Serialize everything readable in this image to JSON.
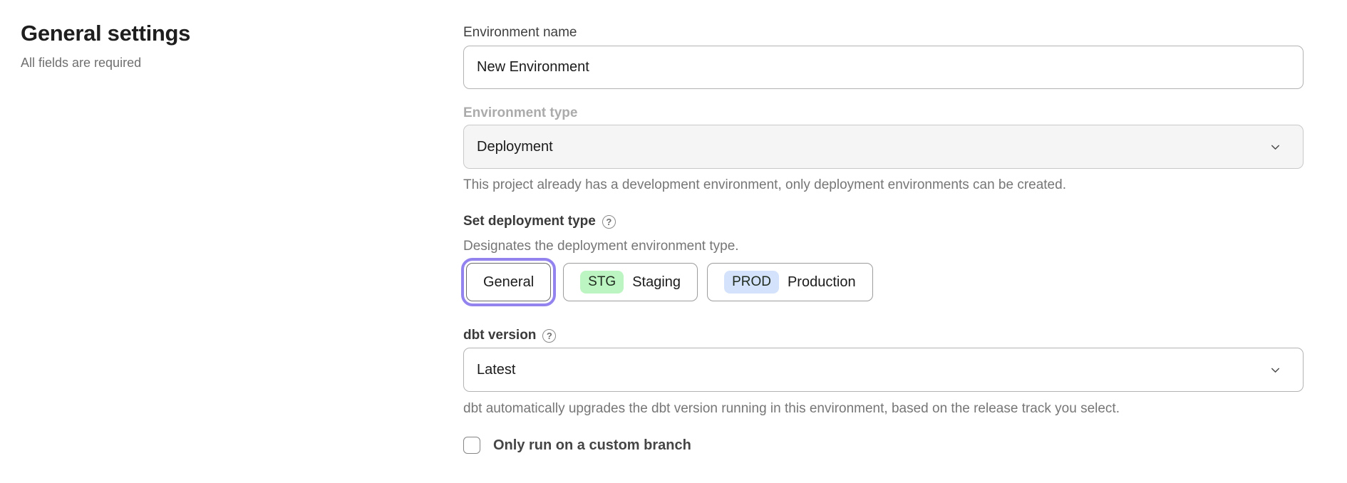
{
  "page": {
    "heading": "General settings",
    "subheading": "All fields are required"
  },
  "form": {
    "environment_name": {
      "label": "Environment name",
      "value": "New Environment"
    },
    "environment_type": {
      "label": "Environment type",
      "value": "Deployment",
      "helper": "This project already has a development environment, only deployment environments can be created.",
      "disabled": true
    },
    "deployment_type": {
      "label": "Set deployment type",
      "helper": "Designates the deployment environment type.",
      "options": [
        {
          "label": "General",
          "selected": true
        },
        {
          "badge": "STG",
          "label": "Staging",
          "badge_color": "#bdf5c2"
        },
        {
          "badge": "PROD",
          "label": "Production",
          "badge_color": "#d4e3fb"
        }
      ]
    },
    "dbt_version": {
      "label": "dbt version",
      "value": "Latest",
      "helper": "dbt automatically upgrades the dbt version running in this environment, based on the release track you select."
    },
    "custom_branch": {
      "label": "Only run on a custom branch",
      "checked": false
    }
  },
  "icons": {
    "help_glyph": "?"
  },
  "colors": {
    "selected_ring": "#9283ef",
    "staging_badge": "#bdf5c2",
    "production_badge": "#d4e3fb",
    "disabled_field_bg": "#f5f5f5"
  }
}
